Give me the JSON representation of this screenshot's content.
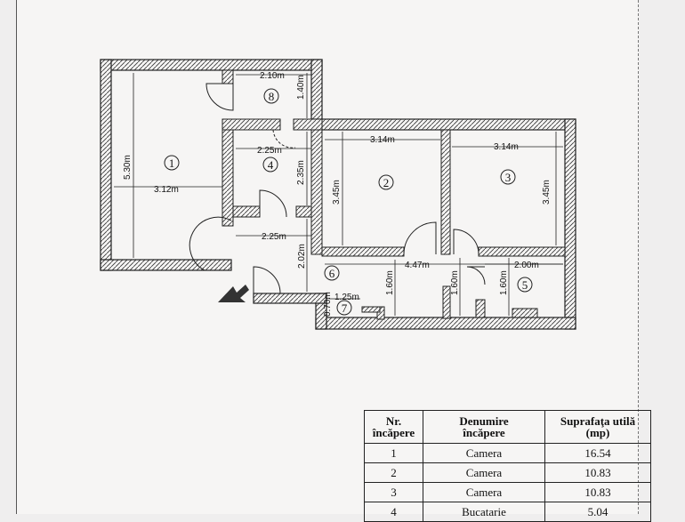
{
  "plan": {
    "dimensions": {
      "d_210": "2.10m",
      "d_140": "1.40m",
      "d_530": "5.30m",
      "d_312": "3.12m",
      "d_225a": "2.25m",
      "d_235": "2.35m",
      "d_314a": "3.14m",
      "d_345a": "3.45m",
      "d_314b": "3.14m",
      "d_345b": "3.45m",
      "d_225b": "2.25m",
      "d_202": "2.02m",
      "d_447": "4.47m",
      "d_200": "2.00m",
      "d_160a": "1.60m",
      "d_160b": "1.60m",
      "d_160c": "1.60m",
      "d_125": "1.25m",
      "d_070": "0.70m"
    },
    "room_numbers": {
      "r1": "1",
      "r2": "2",
      "r3": "3",
      "r4": "4",
      "r5": "5",
      "r6": "6",
      "r7": "7",
      "r8": "8"
    }
  },
  "room_table": {
    "headers": {
      "nr_line1": "Nr.",
      "nr_line2": "încăpere",
      "name_line1": "Denumire",
      "name_line2": "încăpere",
      "area_line1": "Suprafaţa utilă",
      "area_line2": "(mp)"
    },
    "rows": [
      {
        "nr": "1",
        "name": "Camera",
        "area": "16.54"
      },
      {
        "nr": "2",
        "name": "Camera",
        "area": "10.83"
      },
      {
        "nr": "3",
        "name": "Camera",
        "area": "10.83"
      },
      {
        "nr": "4",
        "name": "Bucatarie",
        "area": "5.04"
      }
    ]
  }
}
